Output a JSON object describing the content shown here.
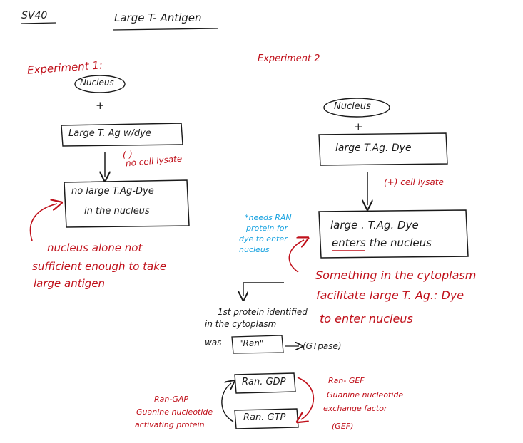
{
  "header": {
    "label_left": "SV40",
    "title": "Large T- Antigen"
  },
  "experiment1": {
    "heading": "Experiment 1:",
    "nucleus": "Nucleus",
    "plus": "+",
    "box1": "Large T. Ag w/dye",
    "condition_sign": "(-)",
    "condition": "no cell lysate",
    "result_line1": "no large T.Ag-Dye",
    "result_line2": "in the nucleus",
    "note_line1": "nucleus alone not",
    "note_line2": "sufficient enough to take",
    "note_line3": "large antigen"
  },
  "experiment2": {
    "heading": "Experiment 2",
    "nucleus": "Nucleus",
    "plus": "+",
    "box1": "large T.Ag. Dye",
    "condition": "(+) cell lysate",
    "result_line1": "large . T.Ag. Dye",
    "result_line2": "enters the nucleus",
    "blue_note": [
      "*needs RAN",
      "protein for",
      "dye to enter",
      "nucleus"
    ],
    "red_note_line1": "Something in the cytoplasm",
    "red_note_line2": "facilitate large T. Ag.: Dye",
    "red_note_line3": "to enter nucleus"
  },
  "ran": {
    "line1": "1st protein identified",
    "line2": "in the cytoplasm",
    "was": "was",
    "ran_box": "\"Ran\"",
    "gtpase": "(GTpase)",
    "gdp_box": "Ran. GDP",
    "gtp_box": "Ran. GTP",
    "gap": [
      "Ran-GAP",
      "Guanine nucleotide",
      "activating protein"
    ],
    "gef": [
      "Ran- GEF",
      "Guanine nucleotide",
      "exchange factor",
      "(GEF)"
    ]
  },
  "colors": {
    "ink": "#1a1a1a",
    "red": "#c0111b",
    "blue": "#1aa3e0"
  }
}
